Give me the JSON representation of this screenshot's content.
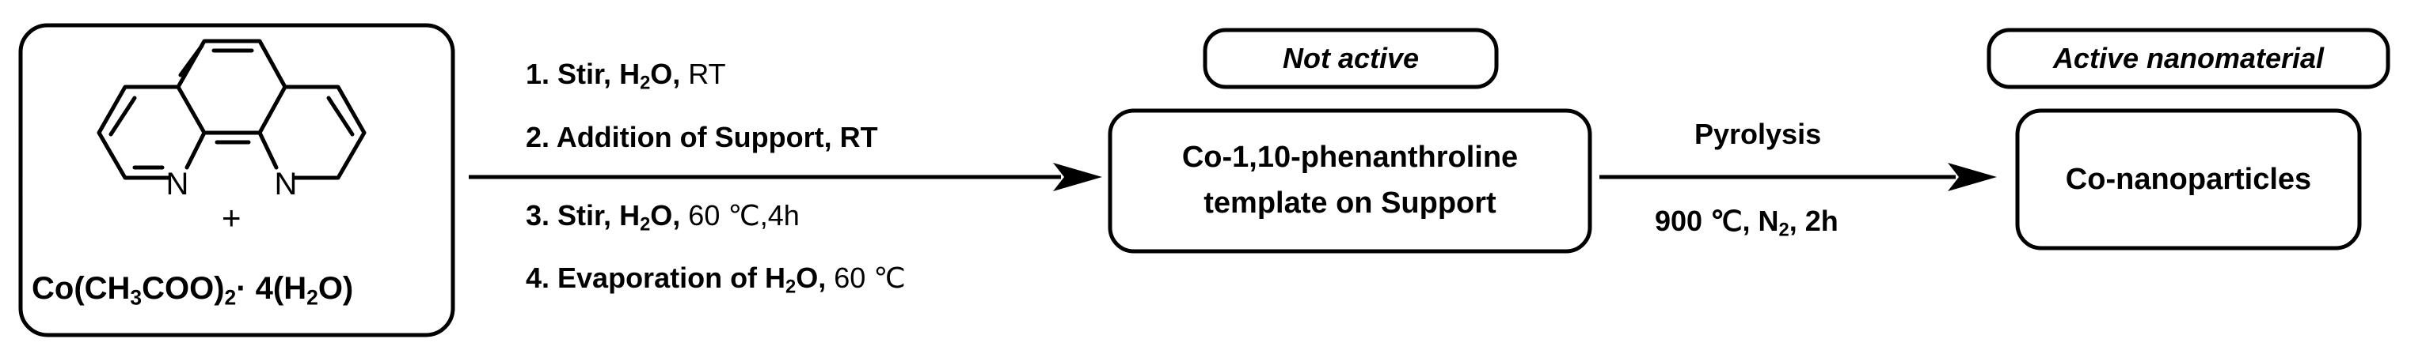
{
  "reactant": {
    "plus": "+",
    "n_left": "N",
    "n_right": "N",
    "salt": {
      "a": "Co(CH",
      "s1": "3",
      "b": "COO)",
      "s2": "2",
      "c": "· 4(H",
      "s3": "2",
      "d": "O)"
    }
  },
  "step1": {
    "line1": {
      "a": "1. Stir, ",
      "b": "H",
      "s": "2",
      "c": "O, ",
      "d": "RT"
    },
    "line2": "2. Addition of Support, RT",
    "line3": {
      "a": "3. Stir, ",
      "b": "H",
      "s": "2",
      "c": "O, ",
      "d": "60 ℃,4h"
    },
    "line4": {
      "a": "4. Evaporation of H",
      "s": "2",
      "b": "O, ",
      "c": "60 ℃"
    }
  },
  "intermediate": {
    "tag": "Not active",
    "line1": "Co-1,10-phenanthroline",
    "line2": "template on Support"
  },
  "step2": {
    "top": "Pyrolysis",
    "bottom": {
      "a": "900 ℃, ",
      "b": "N",
      "s": "2",
      "c": ", 2h"
    }
  },
  "product": {
    "tag": "Active nanomaterial",
    "label": "Co-nanoparticles"
  }
}
